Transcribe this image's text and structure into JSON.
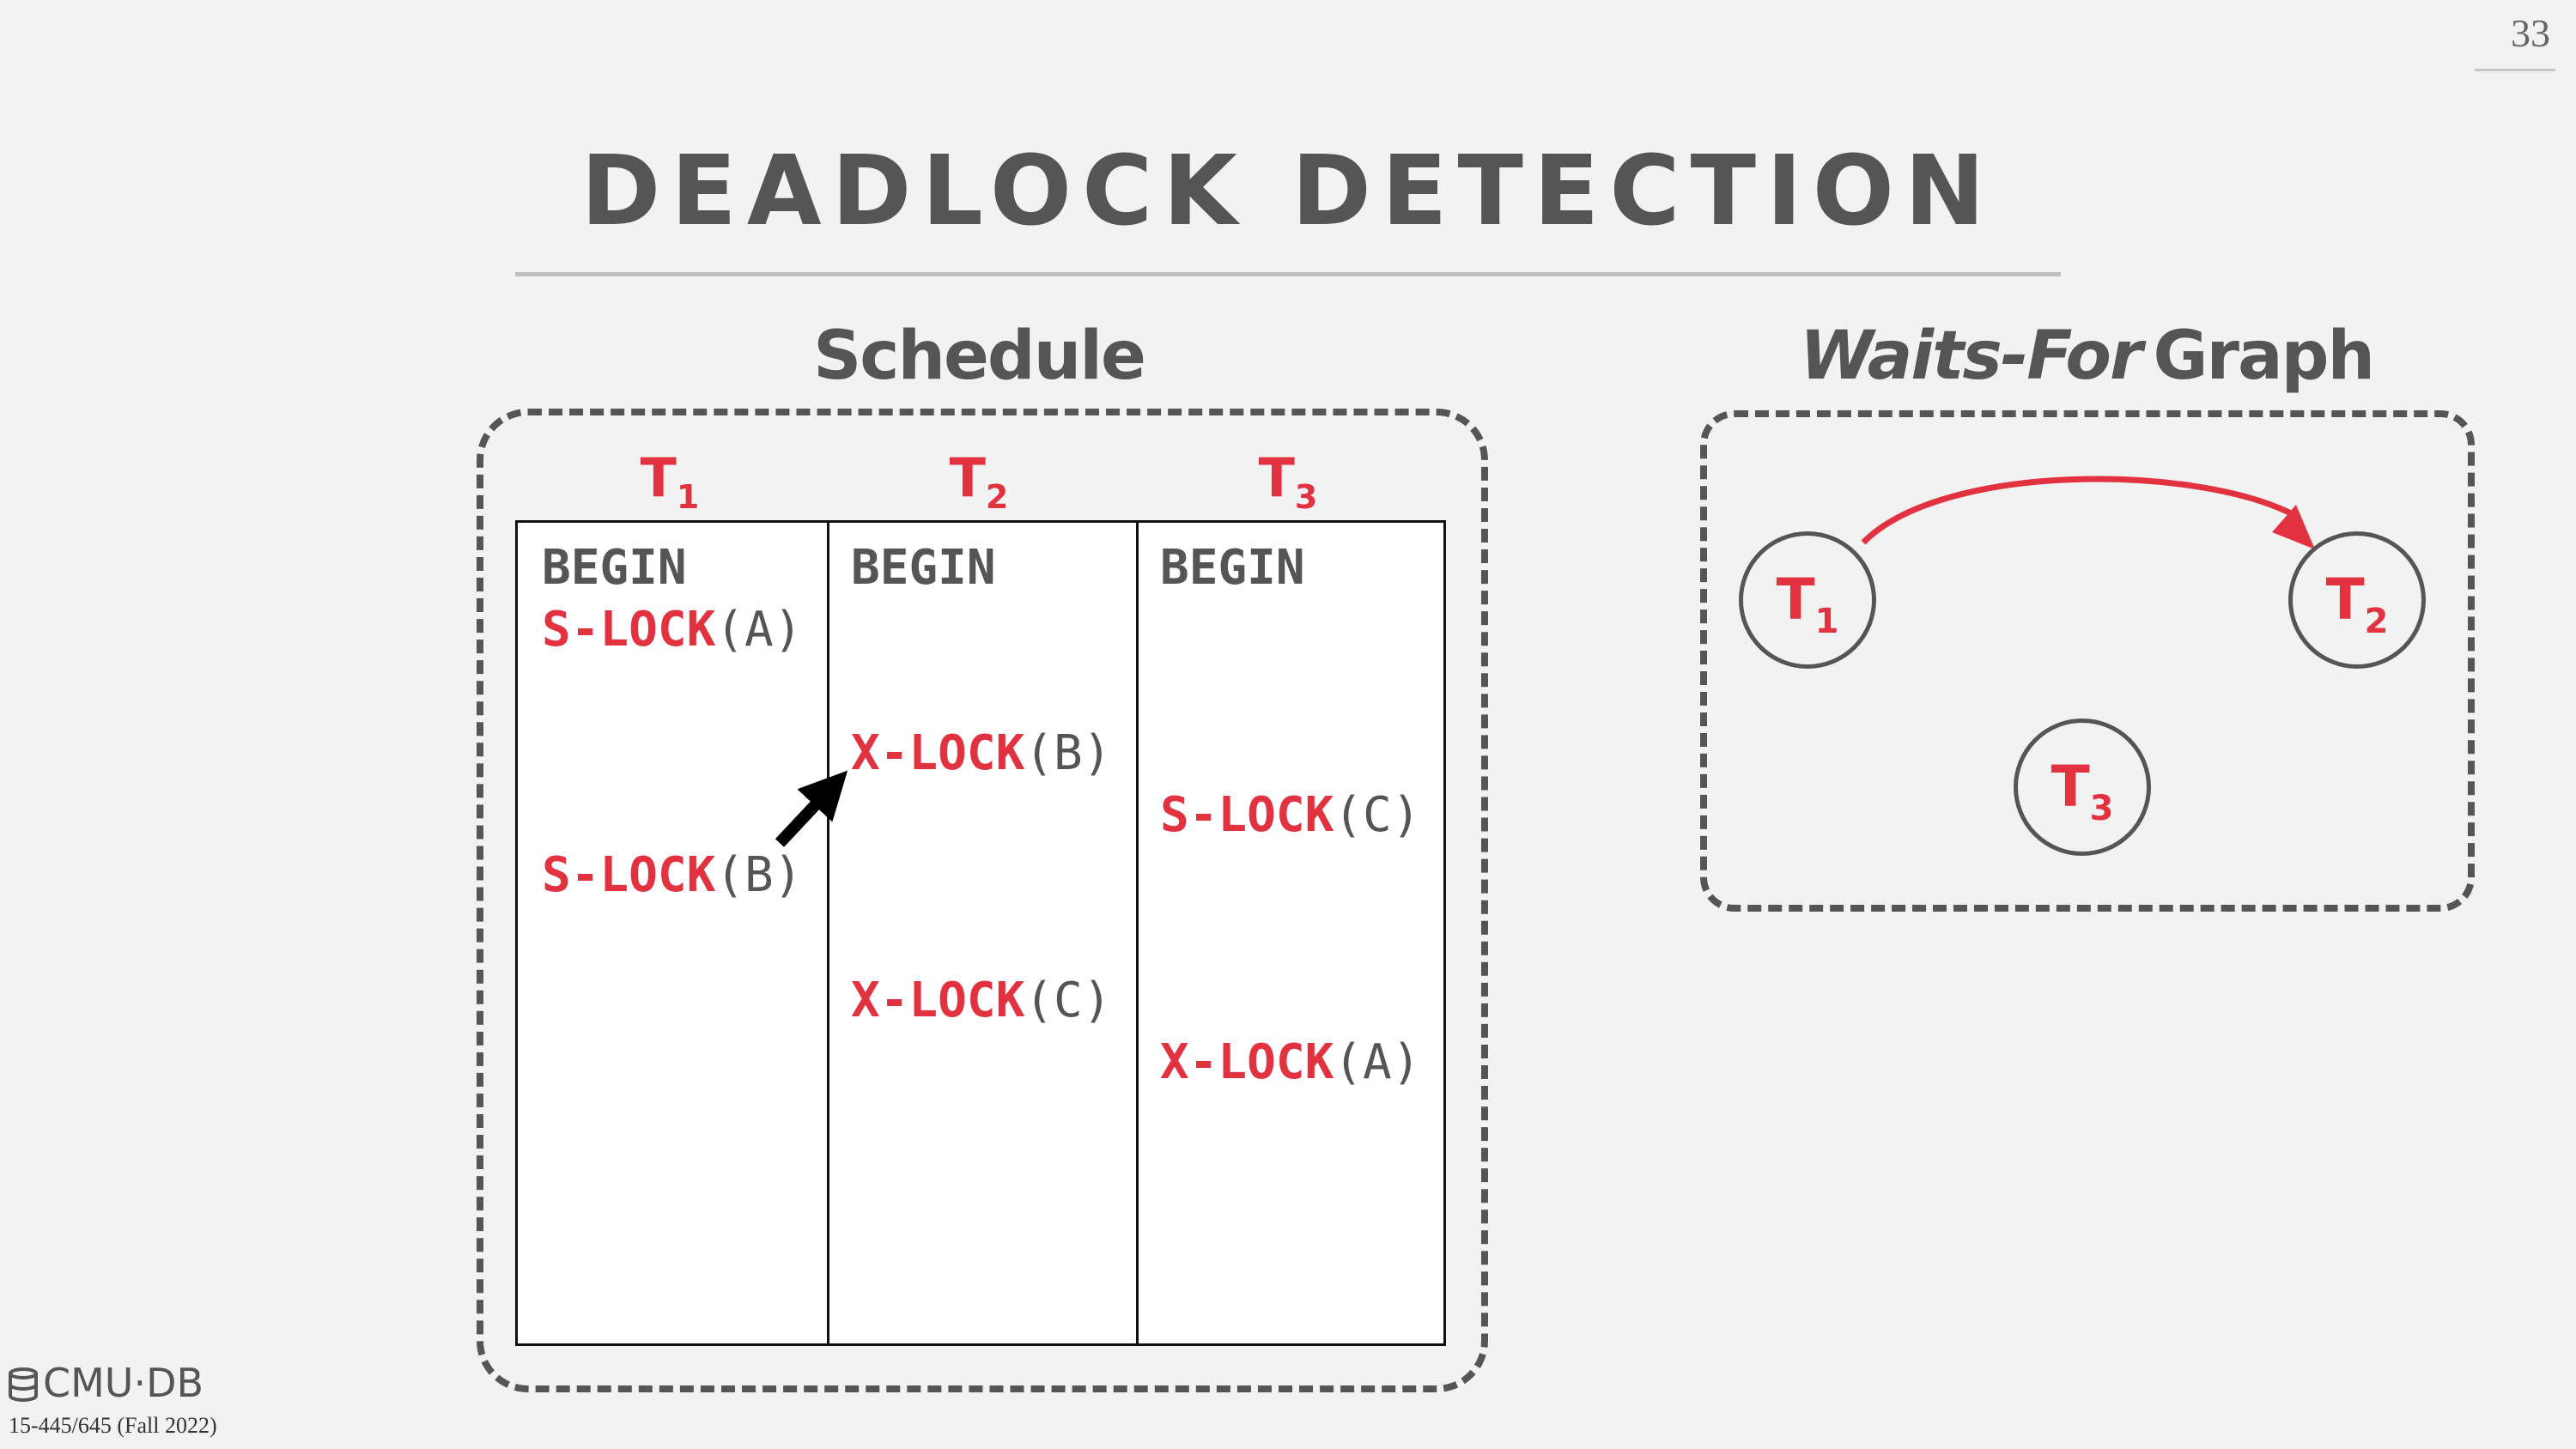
{
  "page_number": "33",
  "title": "DEADLOCK DETECTION",
  "schedule": {
    "heading": "Schedule",
    "columns": [
      {
        "txn": "T",
        "sub": "1",
        "ops": [
          {
            "text": "BEGIN"
          },
          {
            "kw": "S-LOCK",
            "arg": "(A)"
          },
          {
            "kw": "S-LOCK",
            "arg": "(B)"
          }
        ]
      },
      {
        "txn": "T",
        "sub": "2",
        "ops": [
          {
            "text": "BEGIN"
          },
          {
            "kw": "X-LOCK",
            "arg": "(B)"
          },
          {
            "kw": "X-LOCK",
            "arg": "(C)"
          }
        ]
      },
      {
        "txn": "T",
        "sub": "3",
        "ops": [
          {
            "text": "BEGIN"
          },
          {
            "kw": "S-LOCK",
            "arg": "(C)"
          },
          {
            "kw": "X-LOCK",
            "arg": "(A)"
          }
        ]
      }
    ]
  },
  "graph": {
    "heading_italic": "Waits-For",
    "heading_rest": "Graph",
    "nodes": [
      {
        "label": "T",
        "sub": "1"
      },
      {
        "label": "T",
        "sub": "2"
      },
      {
        "label": "T",
        "sub": "3"
      }
    ],
    "edges": [
      {
        "from": "T1",
        "to": "T2"
      }
    ]
  },
  "footer": {
    "logo": "CMU·DB",
    "course": "15-445/645 (Fall 2022)"
  },
  "colors": {
    "accent": "#e3323f",
    "text": "#555555",
    "background": "#f2f2f2"
  }
}
